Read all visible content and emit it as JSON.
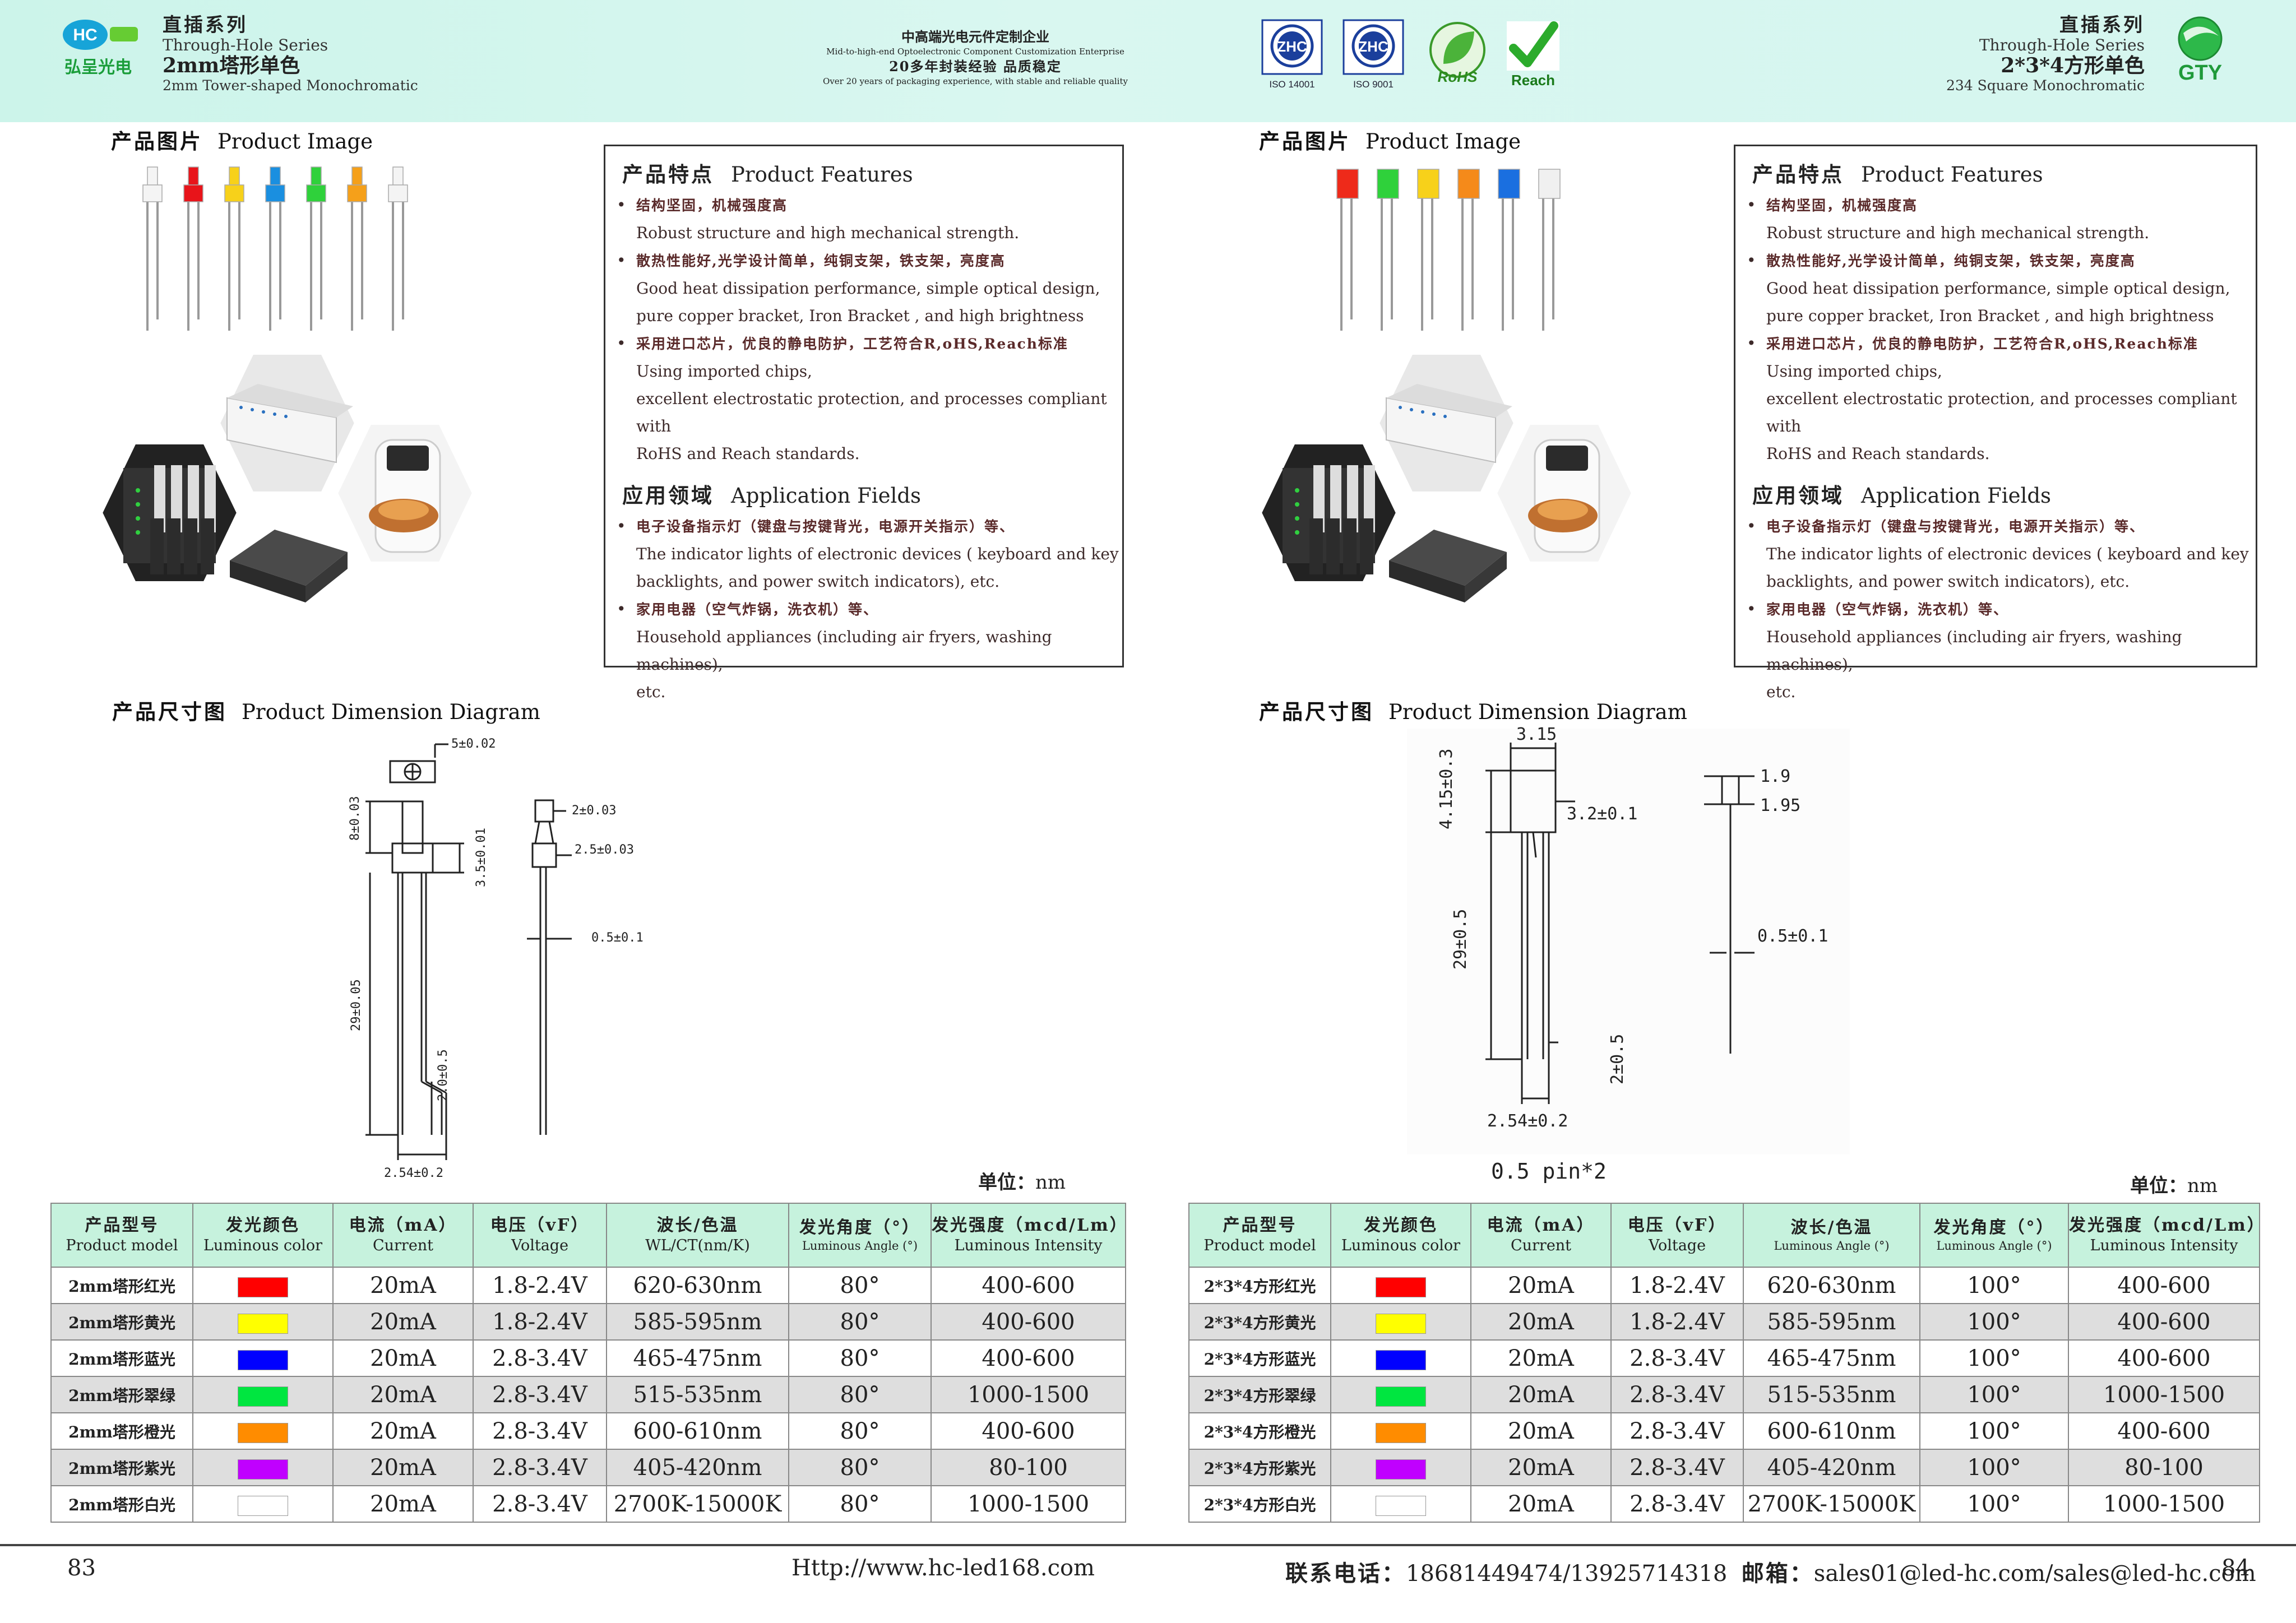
{
  "header": {
    "left_logo_text": "弘呈光电",
    "left_logo_badge": "HC",
    "left_series_zh": "直插系列",
    "left_series_en": "Through-Hole Series",
    "left_product_zh": "2mm塔形单色",
    "left_product_en": "2mm Tower-shaped Monochromatic",
    "slogan_zh1": "中高端光电元件定制企业",
    "slogan_en1": "Mid-to-high-end Optoelectronic Component Customization Enterprise",
    "slogan_zh2": "20多年封装经验 品质稳定",
    "slogan_en2": "Over 20 years of packaging experience, with stable and reliable quality",
    "certs": [
      "ISO 14001",
      "ISO 9001",
      "RoHS",
      "Reach"
    ],
    "right_series_zh": "直插系列",
    "right_series_en": "Through-Hole Series",
    "right_product_zh": "2*3*4方形单色",
    "right_product_en": "234 Square Monochromatic",
    "right_logo_text": "GTY"
  },
  "left": {
    "product_image_zh": "产品图片",
    "product_image_en": "Product Image",
    "features_zh": "产品特点",
    "features_en": "Product Features",
    "features": [
      {
        "zh": "结构坚固，机械强度高",
        "en": [
          "Robust structure and high mechanical strength."
        ]
      },
      {
        "zh": "散热性能好,光学设计简单，纯铜支架，铁支架，亮度高",
        "en": [
          "Good heat dissipation performance, simple optical design,",
          "pure copper bracket, Iron Bracket , and high brightness"
        ]
      },
      {
        "zh": "采用进口芯片，优良的静电防护，工艺符合R,oHS,Reach标准",
        "en": [
          "Using imported chips,",
          "excellent electrostatic protection, and processes compliant with",
          "RoHS and Reach standards."
        ]
      }
    ],
    "application_zh": "应用领域",
    "application_en": "Application Fields",
    "applications": [
      {
        "zh": "电子设备指示灯（键盘与按键背光，电源开关指示）等、",
        "en": [
          "The indicator lights of electronic devices ( keyboard and key",
          "backlights, and power switch indicators), etc."
        ]
      },
      {
        "zh": "家用电器（空气炸锅，洗衣机）等、",
        "en": [
          "Household appliances (including air fryers, washing machines),",
          "etc."
        ]
      }
    ],
    "dimension_zh": "产品尺寸图",
    "dimension_en": "Product Dimension Diagram",
    "dims": {
      "top": "5±0.02",
      "body": "8±0.03",
      "cap": "3.5±0.01",
      "lead": "29±0.05",
      "tail": "2.0±0.5",
      "pitch": "2.54±0.2",
      "side_top": "2±0.03",
      "side_mid": "2.5±0.03",
      "side_lead": "0.5±0.1"
    },
    "unit_zh": "单位：",
    "unit_en": "nm",
    "led_colors": [
      "#f4f4f4",
      "#e8141a",
      "#f7d11a",
      "#1a8fe0",
      "#2fd13b",
      "#f5a01a",
      "#f4f4f4"
    ],
    "table": {
      "headers": [
        {
          "zh": "产品型号",
          "en": "Product model"
        },
        {
          "zh": "发光颜色",
          "en": "Luminous color"
        },
        {
          "zh": "电流（mA）",
          "en": "Current"
        },
        {
          "zh": "电压（vF）",
          "en": "Voltage"
        },
        {
          "zh": "波长/色温",
          "en": "WL/CT(nm/K)"
        },
        {
          "zh": "发光角度（°）",
          "en": "Luminous Angle (°)"
        },
        {
          "zh": "发光强度（mcd/Lm）",
          "en": "Luminous Intensity"
        }
      ],
      "rows": [
        {
          "model": "2mm塔形红光",
          "color": "#ff0000",
          "current": "20mA",
          "voltage": "1.8-2.4V",
          "wl": "620-630nm",
          "angle": "80°",
          "intensity": "400-600"
        },
        {
          "model": "2mm塔形黄光",
          "color": "#ffff00",
          "current": "20mA",
          "voltage": "1.8-2.4V",
          "wl": "585-595nm",
          "angle": "80°",
          "intensity": "400-600"
        },
        {
          "model": "2mm塔形蓝光",
          "color": "#0000ff",
          "current": "20mA",
          "voltage": "2.8-3.4V",
          "wl": "465-475nm",
          "angle": "80°",
          "intensity": "400-600"
        },
        {
          "model": "2mm塔形翠绿",
          "color": "#00e640",
          "current": "20mA",
          "voltage": "2.8-3.4V",
          "wl": "515-535nm",
          "angle": "80°",
          "intensity": "1000-1500"
        },
        {
          "model": "2mm塔形橙光",
          "color": "#ff8c00",
          "current": "20mA",
          "voltage": "2.8-3.4V",
          "wl": "600-610nm",
          "angle": "80°",
          "intensity": "400-600"
        },
        {
          "model": "2mm塔形紫光",
          "color": "#c000ff",
          "current": "20mA",
          "voltage": "2.8-3.4V",
          "wl": "405-420nm",
          "angle": "80°",
          "intensity": "80-100"
        },
        {
          "model": "2mm塔形白光",
          "color": "#ffffff",
          "current": "20mA",
          "voltage": "2.8-3.4V",
          "wl": "2700K-15000K",
          "angle": "80°",
          "intensity": "1000-1500"
        }
      ]
    },
    "page_number": "83",
    "website": "Http://www.hc-led168.com"
  },
  "right": {
    "product_image_zh": "产品图片",
    "product_image_en": "Product Image",
    "features_zh": "产品特点",
    "features_en": "Product Features",
    "features": [
      {
        "zh": "结构坚固，机械强度高",
        "en": [
          "Robust structure and high mechanical strength."
        ]
      },
      {
        "zh": "散热性能好,光学设计简单，纯铜支架，铁支架，亮度高",
        "en": [
          "Good heat dissipation performance, simple optical design,",
          "pure copper bracket, Iron Bracket , and high brightness"
        ]
      },
      {
        "zh": "采用进口芯片，优良的静电防护，工艺符合R,oHS,Reach标准",
        "en": [
          "Using imported chips,",
          "excellent electrostatic protection, and processes compliant with",
          "RoHS and Reach standards."
        ]
      }
    ],
    "application_zh": "应用领域",
    "application_en": "Application Fields",
    "applications": [
      {
        "zh": "电子设备指示灯（键盘与按键背光，电源开关指示）等、",
        "en": [
          "The indicator lights of electronic devices ( keyboard and key",
          "backlights, and power switch indicators), etc."
        ]
      },
      {
        "zh": "家用电器（空气炸锅，洗衣机）等、",
        "en": [
          "Household appliances (including air fryers, washing machines),",
          "etc."
        ]
      }
    ],
    "dimension_zh": "产品尺寸图",
    "dimension_en": "Product Dimension Diagram",
    "dims": {
      "top": "3.15",
      "body": "4.15±0.3",
      "width": "3.2±0.1",
      "lead": "29±0.5",
      "tail": "2±0.5",
      "pitch": "2.54±0.2",
      "side_top": "1.9",
      "side_mid": "1.95",
      "side_lead": "0.5±0.1"
    },
    "pin_note": "0.5 pin*2",
    "unit_zh": "单位：",
    "unit_en": "nm",
    "led_colors": [
      "#ee2a1a",
      "#2fd13b",
      "#f7d11a",
      "#f58a1a",
      "#1a6fe0",
      "#f0f0f0"
    ],
    "table": {
      "headers": [
        {
          "zh": "产品型号",
          "en": "Product model"
        },
        {
          "zh": "发光颜色",
          "en": "Luminous color"
        },
        {
          "zh": "电流（mA）",
          "en": "Current"
        },
        {
          "zh": "电压（vF）",
          "en": "Voltage"
        },
        {
          "zh": "波长/色温",
          "en": "Luminous Angle (°)"
        },
        {
          "zh": "发光角度（°）",
          "en": "Luminous Angle (°)"
        },
        {
          "zh": "发光强度（mcd/Lm）",
          "en": "Luminous Intensity"
        }
      ],
      "rows": [
        {
          "model": "2*3*4方形红光",
          "color": "#ff0000",
          "current": "20mA",
          "voltage": "1.8-2.4V",
          "wl": "620-630nm",
          "angle": "100°",
          "intensity": "400-600"
        },
        {
          "model": "2*3*4方形黄光",
          "color": "#ffff00",
          "current": "20mA",
          "voltage": "1.8-2.4V",
          "wl": "585-595nm",
          "angle": "100°",
          "intensity": "400-600"
        },
        {
          "model": "2*3*4方形蓝光",
          "color": "#0000ff",
          "current": "20mA",
          "voltage": "2.8-3.4V",
          "wl": "465-475nm",
          "angle": "100°",
          "intensity": "400-600"
        },
        {
          "model": "2*3*4方形翠绿",
          "color": "#00e640",
          "current": "20mA",
          "voltage": "2.8-3.4V",
          "wl": "515-535nm",
          "angle": "100°",
          "intensity": "1000-1500"
        },
        {
          "model": "2*3*4方形橙光",
          "color": "#ff8c00",
          "current": "20mA",
          "voltage": "2.8-3.4V",
          "wl": "600-610nm",
          "angle": "100°",
          "intensity": "400-600"
        },
        {
          "model": "2*3*4方形紫光",
          "color": "#c000ff",
          "current": "20mA",
          "voltage": "2.8-3.4V",
          "wl": "405-420nm",
          "angle": "100°",
          "intensity": "80-100"
        },
        {
          "model": "2*3*4方形白光",
          "color": "#ffffff",
          "current": "20mA",
          "voltage": "2.8-3.4V",
          "wl": "2700K-15000K",
          "angle": "100°",
          "intensity": "1000-1500"
        }
      ]
    },
    "contact_zh_phone": "联系电话：",
    "phone": "18681449474/13925714318",
    "contact_zh_mail": "邮箱：",
    "email": "sales01@led-hc.com/sales@led-hc.com",
    "page_number": "84"
  }
}
